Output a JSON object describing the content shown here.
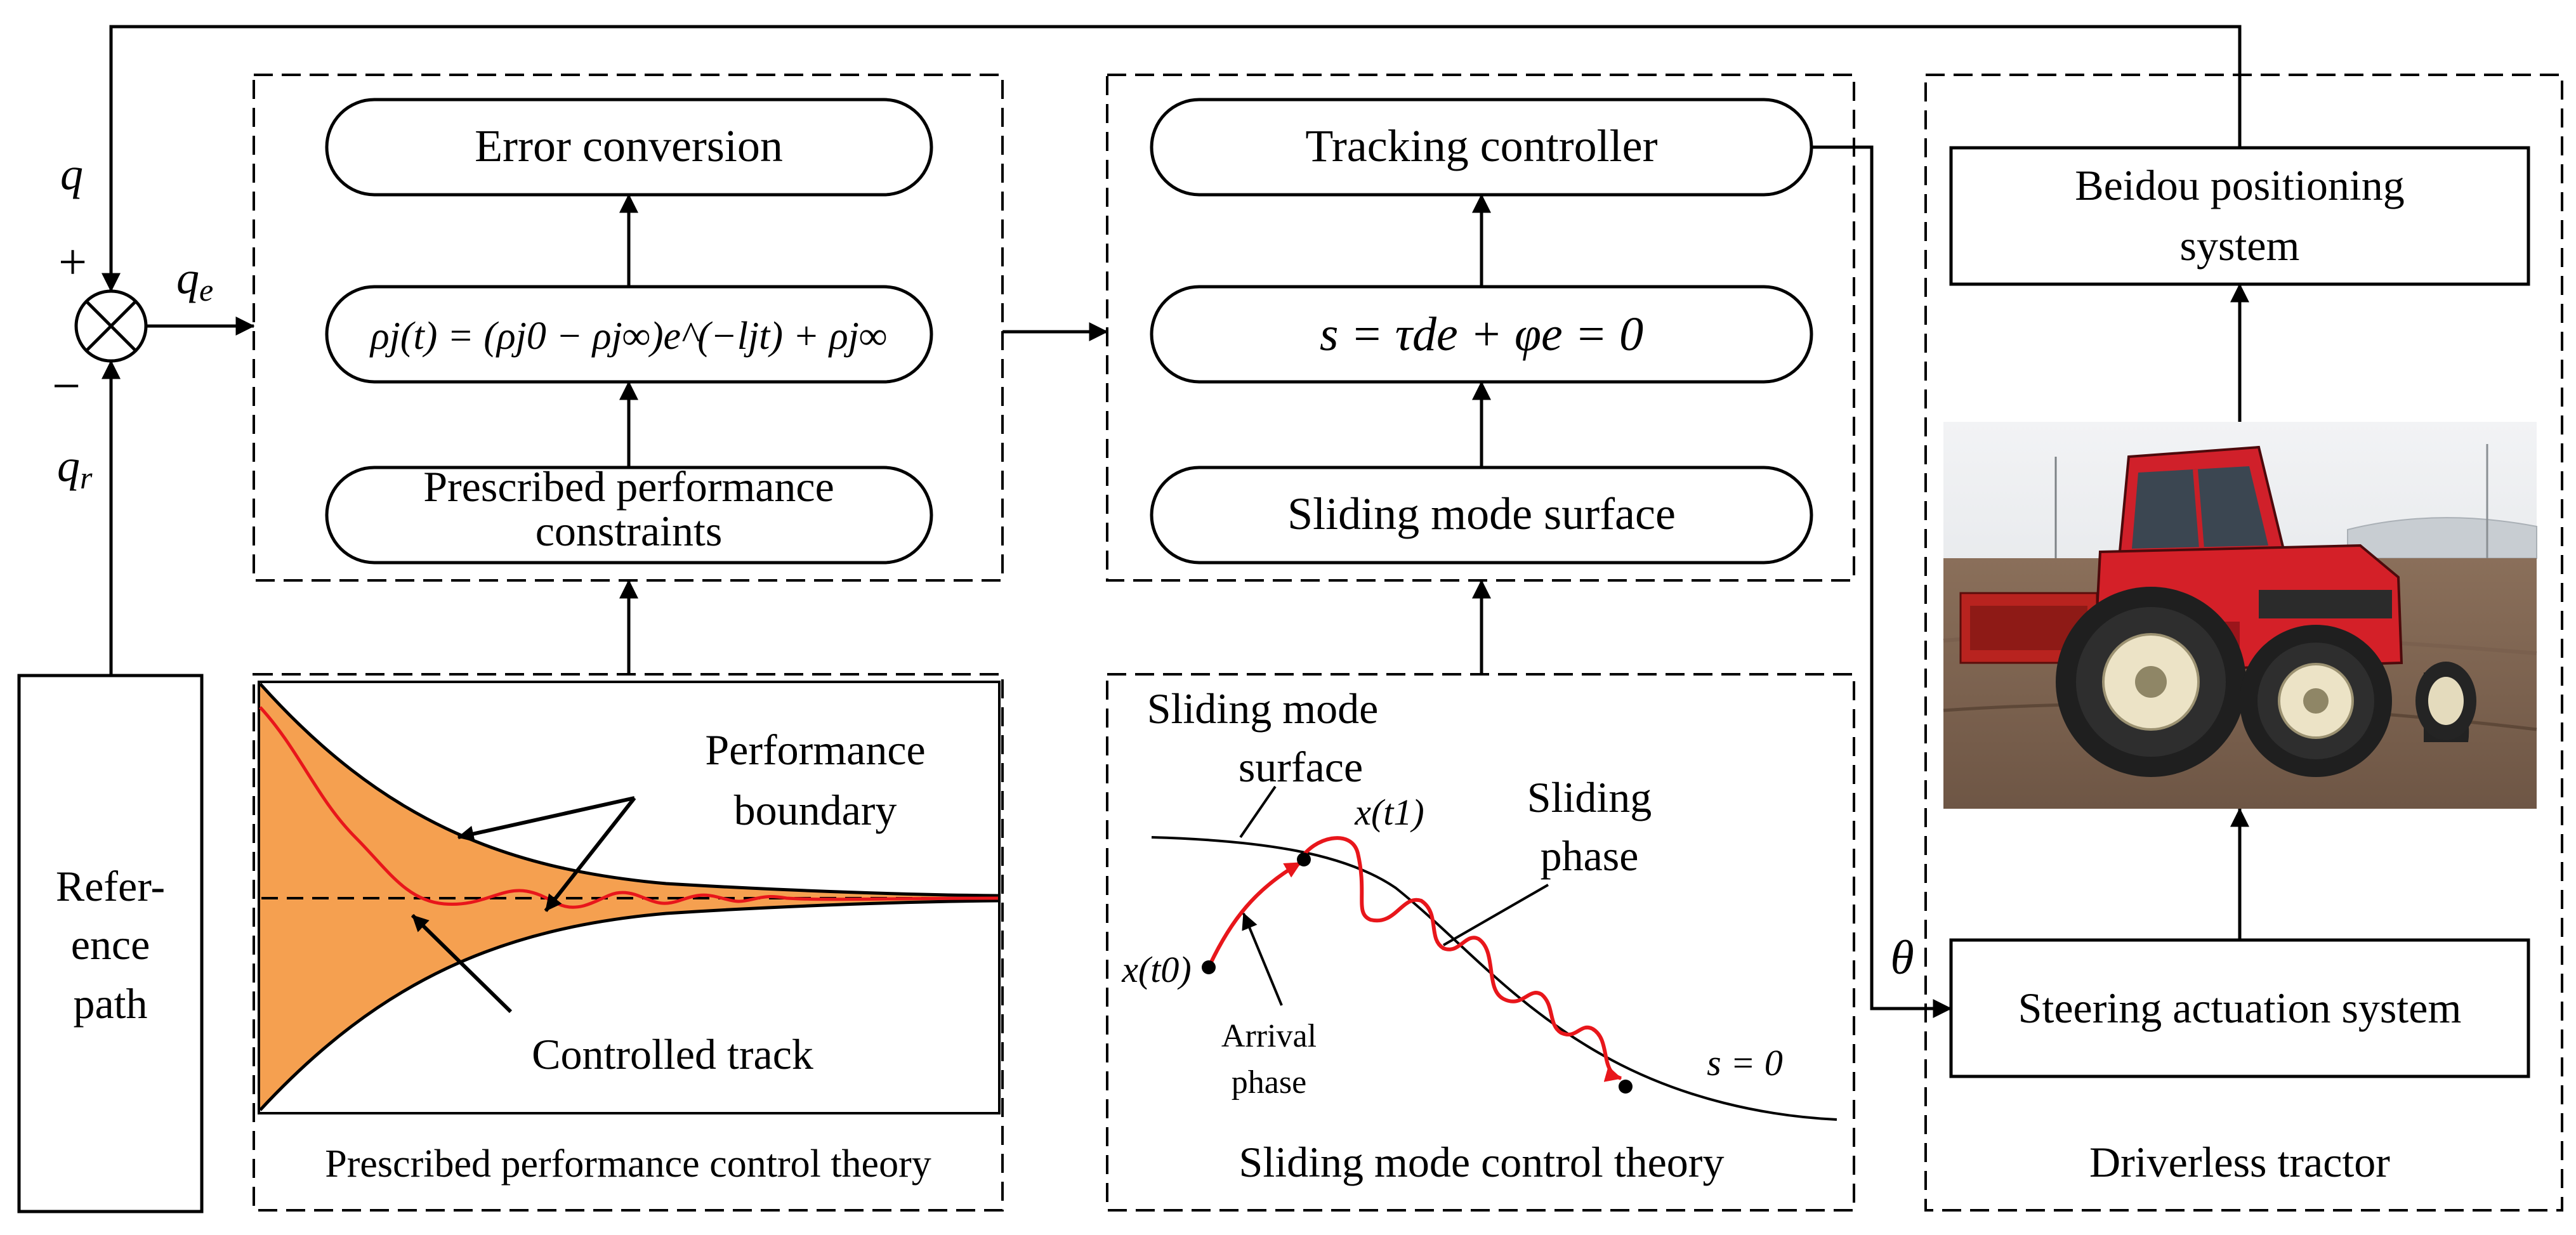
{
  "left_signals": {
    "q": "q",
    "plus": "+",
    "minus": "−",
    "qe_base": "q",
    "qe_sub": "e",
    "qr_base": "q",
    "qr_sub": "r"
  },
  "reference_path": {
    "line1": "Refer-",
    "line2": "ence",
    "line3": "path"
  },
  "ppc_group": {
    "error_conversion": "Error conversion",
    "formula": "ρj(t) = (ρj0 − ρj∞)e^(−ljt) + ρj∞",
    "constraints_line1": "Prescribed performance",
    "constraints_line2": "constraints"
  },
  "ppc_plot": {
    "performance_boundary_line1": "Performance",
    "performance_boundary_line2": "boundary",
    "controlled_track": "Controlled track",
    "caption": "Prescribed performance control theory"
  },
  "smc_group": {
    "tracking_controller": "Tracking controller",
    "surface_equation": "s = τde + φe = 0",
    "sliding_mode_surface": "Sliding mode surface"
  },
  "smc_plot": {
    "surface_label_line1": "Sliding mode",
    "surface_label_line2": "surface",
    "x_t1": "x(t1)",
    "x_t0": "x(t0)",
    "sliding_phase_line1": "Sliding",
    "sliding_phase_line2": "phase",
    "arrival_phase_line1": "Arrival",
    "arrival_phase_line2": "phase",
    "s_zero": "s = 0",
    "caption": "Sliding mode control theory"
  },
  "tractor_group": {
    "beidou_line1": "Beidou positioning",
    "beidou_line2": "system",
    "steering": "Steering actuation system",
    "theta": "θ",
    "caption": "Driverless tractor"
  },
  "colors": {
    "boundary_fill": "#F5A050",
    "trajectory": "#E8161B",
    "line": "#000000"
  }
}
